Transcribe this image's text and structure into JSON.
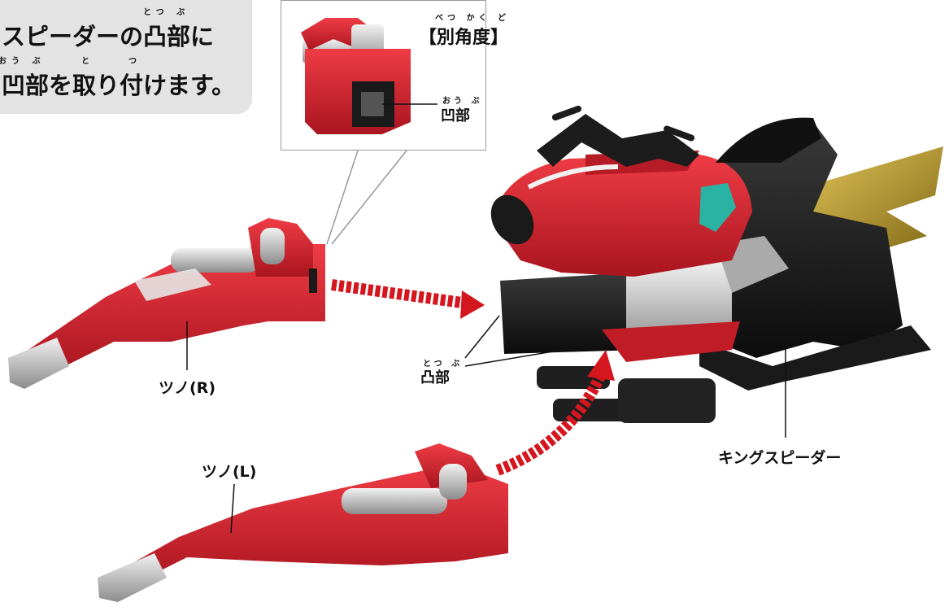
{
  "instruction": {
    "line1": "スピーダーの凸部に",
    "line1_ruby": "とつ ぶ",
    "line2": "凹部を取り付けます。",
    "line2_ruby_a": "おう ぶ",
    "line2_ruby_b": "と",
    "line2_ruby_c": "つ"
  },
  "callout": {
    "title": "【別角度】",
    "title_ruby": "べつ かく ど",
    "recess_label": "凹部",
    "recess_ruby": "おう ぶ"
  },
  "labels": {
    "horn_r": "ツノ(R)",
    "horn_l": "ツノ(L)",
    "protrusion": "凸部",
    "protrusion_ruby": "とつ ぶ",
    "vehicle": "キングスピーダー"
  },
  "colors": {
    "part_red": "#d8232f",
    "dark_red": "#9e1520",
    "arrow_red": "#d4161e",
    "black_plastic": "#1c1c1c",
    "gold": "#b89a2a",
    "silver": "#bfbfbf",
    "teal": "#2ab3a3"
  }
}
